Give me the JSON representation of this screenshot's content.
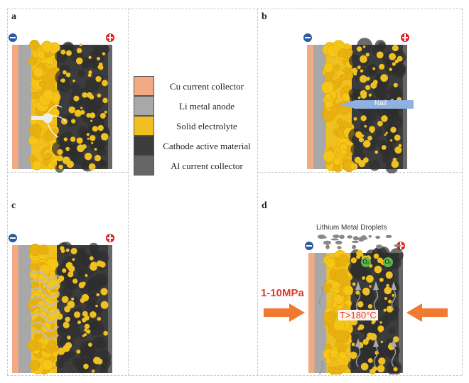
{
  "panels": {
    "a": "a",
    "b": "b",
    "c": "c",
    "d": "d"
  },
  "legend": [
    {
      "label": "Cu current collector",
      "color": "#f2aa85"
    },
    {
      "label": "Li metal anode",
      "color": "#a8a8a8"
    },
    {
      "label": "Solid electrolyte",
      "color": "#f0c020"
    },
    {
      "label": "Cathode active material",
      "color": "#3c3c3c"
    },
    {
      "label": "Al current collector",
      "color": "#666666"
    }
  ],
  "nail_label": "Nail",
  "droplets_label": "Lithium Metal Droplets",
  "pressure_label": "1-10MPa",
  "temperature_label": "T>180°C",
  "oxygen_label": "O₂",
  "colors": {
    "negative": "#2c5aa0",
    "positive": "#e02020",
    "arrow": "#f07a30",
    "pressure_text": "#e03a2a",
    "nail": "#8fb0e0"
  }
}
